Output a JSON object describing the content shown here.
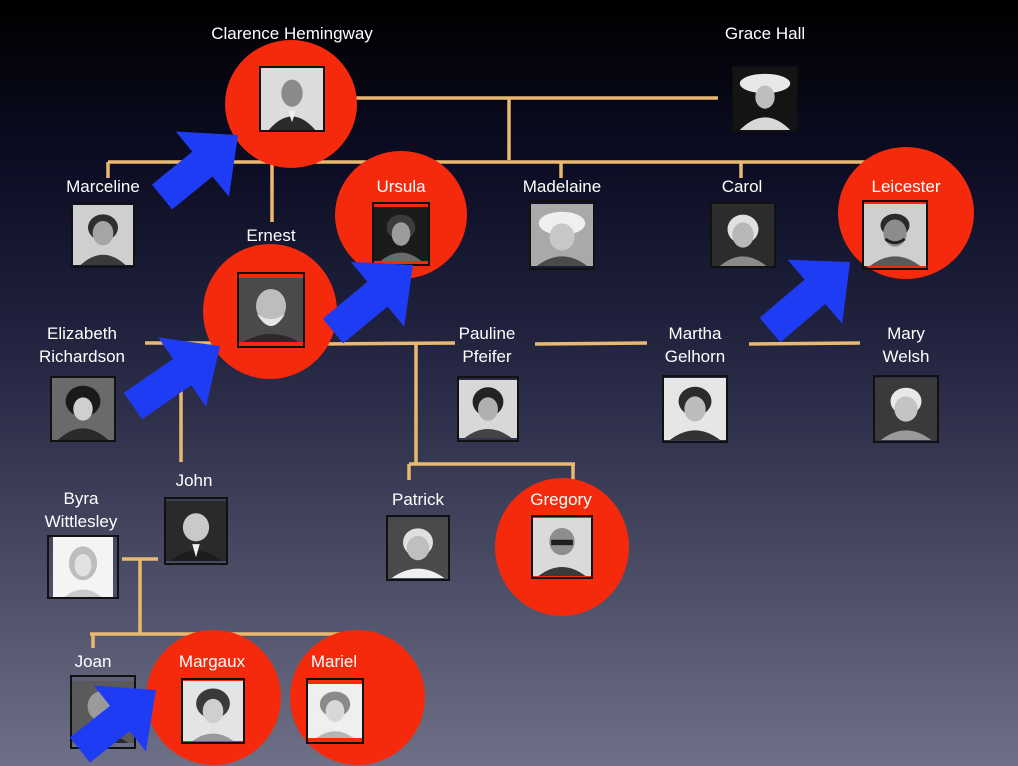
{
  "people": {
    "clarence": {
      "name": "Clarence Hemingway",
      "highlighted": true
    },
    "grace": {
      "name": "Grace Hall",
      "highlighted": false
    },
    "marceline": {
      "name": "Marceline",
      "highlighted": false
    },
    "ursula": {
      "name": "Ursula",
      "highlighted": true
    },
    "madelaine": {
      "name": "Madelaine",
      "highlighted": false
    },
    "carol": {
      "name": "Carol",
      "highlighted": false
    },
    "leicester": {
      "name": "Leicester",
      "highlighted": true
    },
    "ernest": {
      "name": "Ernest",
      "highlighted": true
    },
    "elizabeth": {
      "name": "Elizabeth",
      "name2": "Richardson",
      "highlighted": false
    },
    "pauline": {
      "name": "Pauline",
      "name2": "Pfeifer",
      "highlighted": false
    },
    "martha": {
      "name": "Martha",
      "name2": "Gelhorn",
      "highlighted": false
    },
    "mary": {
      "name": "Mary",
      "name2": "Welsh",
      "highlighted": false
    },
    "john": {
      "name": "John",
      "highlighted": false
    },
    "byra": {
      "name": "Byra",
      "name2": "Wittlesley",
      "highlighted": false
    },
    "patrick": {
      "name": "Patrick",
      "highlighted": false
    },
    "gregory": {
      "name": "Gregory",
      "highlighted": true
    },
    "joan": {
      "name": "Joan",
      "highlighted": false
    },
    "margaux": {
      "name": "Margaux",
      "highlighted": true
    },
    "mariel": {
      "name": "Mariel",
      "highlighted": true
    }
  },
  "colors": {
    "highlight_circle": "#f52a0c",
    "arrow": "#1f3cf5",
    "connector": "#e8b96e",
    "label": "#ffffff"
  }
}
